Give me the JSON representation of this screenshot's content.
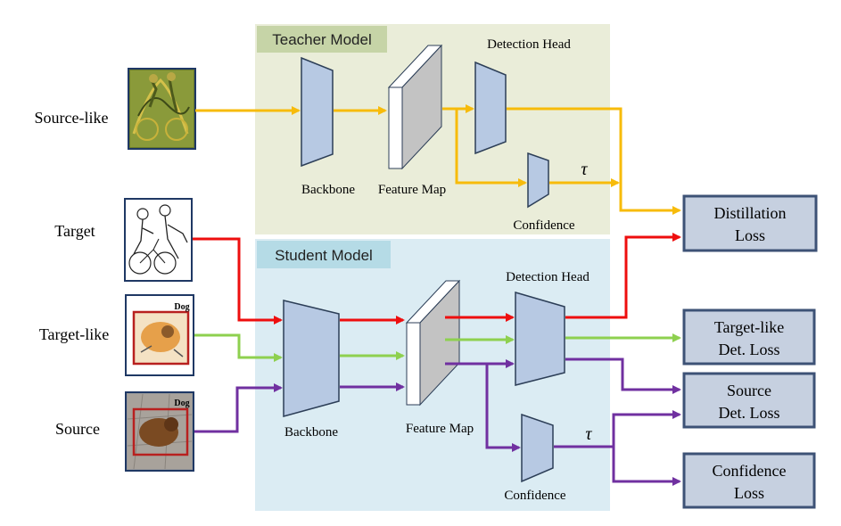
{
  "colors": {
    "teacher_bg": "#eaedd9",
    "teacher_title_bg": "#c6d4a7",
    "student_bg": "#dbecf3",
    "student_title_bg": "#b5dbe6",
    "module_fill": "#b7c9e3",
    "module_stroke": "#2c3e57",
    "feature_front": "#c3c3c3",
    "loss_fill": "#c6d0e0",
    "loss_stroke": "#3d5276",
    "yellow": "#f7bb0a",
    "red": "#ee0e0e",
    "green": "#8ed04f",
    "purple": "#7030a0"
  },
  "teacher": {
    "title": "Teacher Model",
    "backbone": "Backbone",
    "feature_map": "Feature Map",
    "detection_head": "Detection Head",
    "confidence": "Confidence",
    "tau": "τ"
  },
  "student": {
    "title": "Student Model",
    "backbone": "Backbone",
    "feature_map": "Feature Map",
    "detection_head": "Detection Head",
    "confidence": "Confidence",
    "tau": "τ"
  },
  "inputs": {
    "source_like": "Source-like",
    "target": "Target",
    "target_like": "Target-like",
    "source": "Source",
    "dog_tag_1": "Dog",
    "dog_tag_2": "Dog"
  },
  "losses": {
    "distillation": [
      "Distillation",
      "Loss"
    ],
    "target_like_det": [
      "Target-like",
      "Det. Loss"
    ],
    "source_det": [
      "Source",
      "Det. Loss"
    ],
    "confidence": [
      "Confidence",
      "Loss"
    ]
  }
}
